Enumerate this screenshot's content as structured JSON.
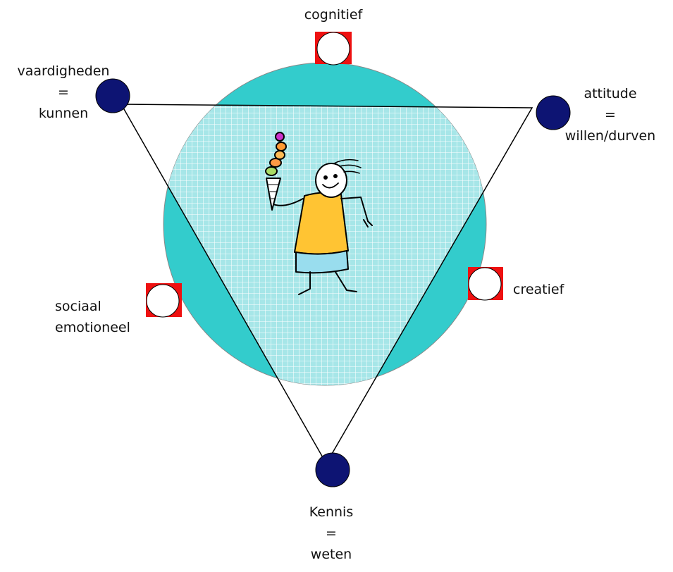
{
  "diagram": {
    "labels": {
      "cognitief": "cognitief",
      "creatief": "creatief",
      "sociaal_line1": "sociaal",
      "sociaal_line2": "emotioneel",
      "vaardigheden_line1": "vaardigheden",
      "vaardigheden_line2": "=",
      "vaardigheden_line3": "kunnen",
      "attitude_line1": "attitude",
      "attitude_line2": "=",
      "attitude_line3": "willen/durven",
      "kennis_line1": "Kennis",
      "kennis_line2": "=",
      "kennis_line3": "weten"
    },
    "colors": {
      "circle_fill": "#33cccc",
      "grid_fill": "#a6e6e8",
      "grid_line": "#ffffff",
      "node_dark": "#0d1473",
      "marker_red": "#ee1111",
      "figure_shirt": "#ffc433",
      "figure_shorts": "#99ddee",
      "scoops": [
        "#cc33cc",
        "#ff9933",
        "#ffbb55",
        "#ff9944",
        "#aadd66"
      ],
      "cone": "#ffffff"
    }
  }
}
